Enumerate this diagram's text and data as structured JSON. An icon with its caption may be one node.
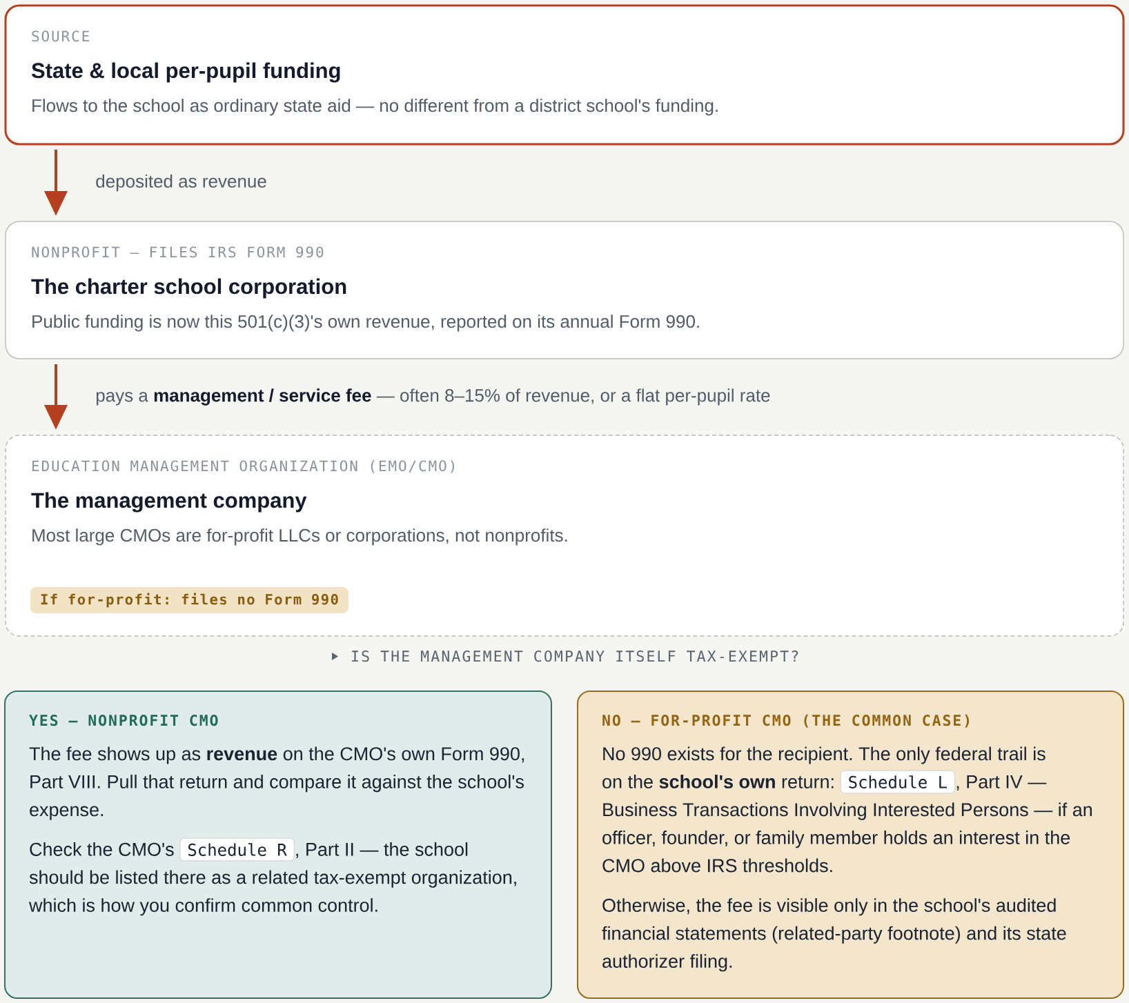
{
  "diagram": {
    "nodes": [
      {
        "text": [
          "SOURCE",
          "State & local per-pupil funding",
          "Flows to the school as ordinary state aid — no different from a district school's funding."
        ]
      },
      {
        "text": [
          "NONPROFIT — FILES IRS FORM 990",
          "The charter school corporation",
          "Public funding is now this 501(c)(3)'s own revenue, reported on its annual Form 990."
        ]
      },
      {
        "text": [
          "EDUCATION MANAGEMENT ORGANIZATION (EMO/CMO)",
          "The management company",
          "Most large CMOs are for-profit LLCs or corporations, not nonprofits."
        ]
      },
      {
        "text": [
          "If for-profit: files no Form 990"
        ],
        "in": 2
      },
      {
        "text": [
          "YES — NONPROFIT CMO",
          "The fee shows up as **revenue** on the CMO's own Form 990, Part VIII. Pull that return and compare it against the school's expense.",
          "Check the CMO's",
          ", Part II — the school should be listed there as a related tax-exempt organization, which is how you confirm common control."
        ]
      },
      {
        "text": [
          "Schedule R"
        ],
        "in": 4
      },
      {
        "text": [
          "NO — FOR-PROFIT CMO (THE COMMON CASE)",
          "No 990 exists for the recipient. The only federal trail is on the **school's own** return:",
          ", Part IV — Business Transactions Involving Interested Persons — if an officer, founder, or family member holds an interest in the CMO above IRS thresholds.",
          "Otherwise, the fee is visible only in the school's audited financial statements (related-party footnote) and its state authorizer filing."
        ]
      },
      {
        "text": [
          "Schedule L"
        ],
        "in": 6
      }
    ],
    "edges": [
      {
        "from": 0,
        "to": 1,
        "arrow": "to",
        "label": "deposited as revenue"
      },
      {
        "from": 1,
        "to": 2,
        "arrow": "to",
        "label": "pays a **management / service fee** — often 8–15% of revenue, or a flat per-pupil rate"
      }
    ],
    "labels": [
      "IS THE MANAGEMENT COMPANY ITSELF TAX-EXEMPT?"
    ]
  }
}
